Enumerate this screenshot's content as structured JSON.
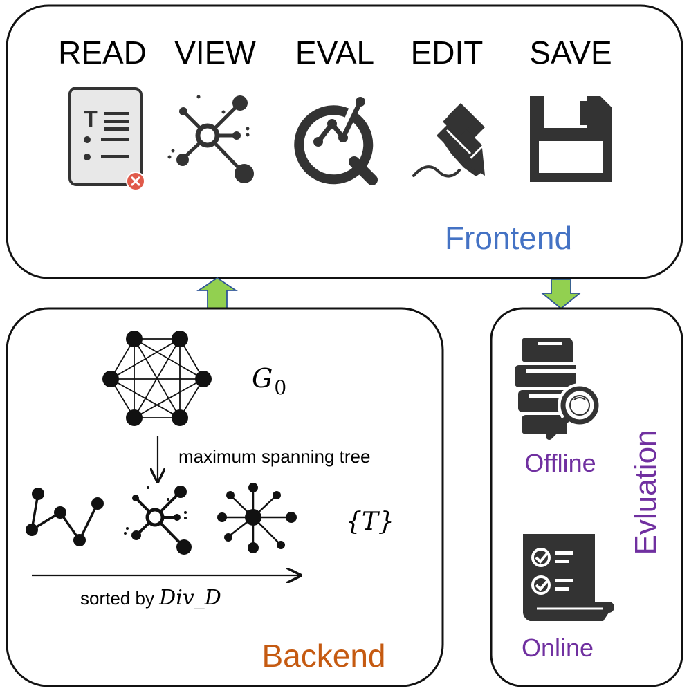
{
  "frontend": {
    "label": "Frontend",
    "steps": [
      "READ",
      "VIEW",
      "EVAL",
      "EDIT",
      "SAVE"
    ]
  },
  "backend": {
    "label": "Backend",
    "graph_symbol": "G",
    "graph_subscript": "0",
    "process_label": "maximum spanning tree",
    "trees_symbol": "{T}",
    "sort_prefix": "sorted by ",
    "sort_metric": "Div_D"
  },
  "evaluation": {
    "label": "Evluation",
    "offline_label": "Offline",
    "online_label": "Online"
  },
  "colors": {
    "frontend_label": "#4472c4",
    "backend_label": "#c55a11",
    "evaluation_label": "#7030a0",
    "arrow_fill": "#92d050",
    "arrow_stroke": "#2f5597",
    "icon_dark": "#333333"
  }
}
